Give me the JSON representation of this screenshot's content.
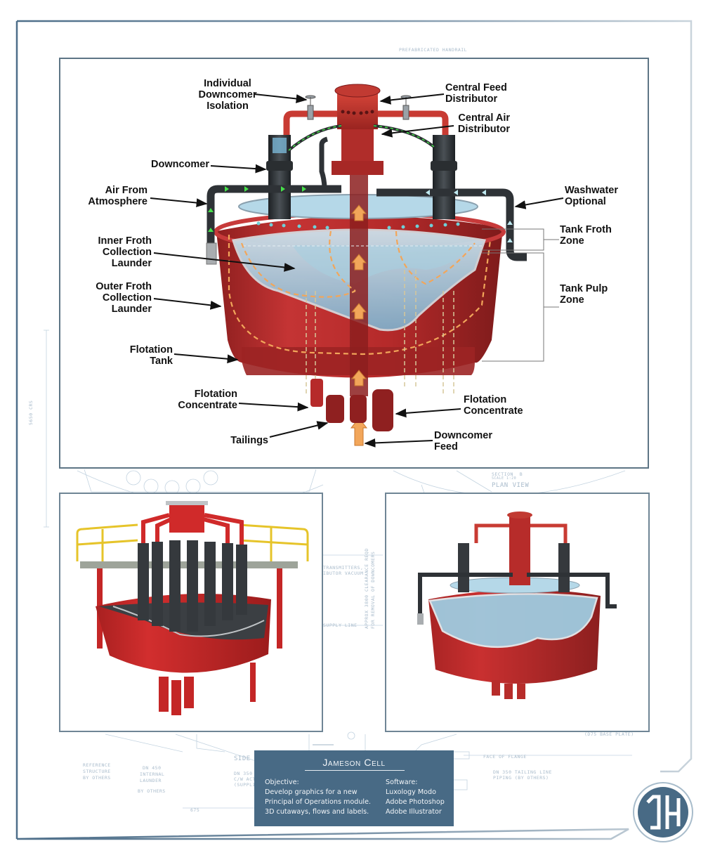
{
  "blueprint": {
    "header_note": "PREFABRICATED HANDRAIL",
    "dimension_label": "5650 CRS",
    "section_title": "SECTION  B",
    "section_scale": "SCALE 1:20",
    "plan_view": "PLAN VIEW",
    "side_view": "SIDE VI",
    "notes": [
      "TRANSMITTERS,",
      "IBUTOR VACUUM",
      "SUPPLY LINE",
      "APPROX 3800 CLEARANCE REQD",
      "FOR REMOVAL OF DOWNCOMERS",
      "REFERENCE",
      "STRUCTURE",
      "BY OTHERS",
      "DN 450",
      "INTERNAL",
      "LAUNDER",
      "BY OTHERS",
      "DN 350 E",
      "C/W ACT",
      "(SUPPLIE",
      "675",
      "(D75 BASE PLATE)",
      "FACE OF FLANGE",
      "DN 350 TAILING LINE",
      "PIPING (BY OTHERS)"
    ]
  },
  "main_diagram": {
    "labels": {
      "individual_downcomer_isolation": [
        "Individual",
        "Downcomer",
        "Isolation"
      ],
      "central_feed_distributor": [
        "Central Feed",
        "Distributor"
      ],
      "central_air_distributor": [
        "Central Air",
        "Distributor"
      ],
      "downcomer": [
        "Downcomer"
      ],
      "air_from_atmosphere": [
        "Air From",
        "Atmosphere"
      ],
      "washwater_optional": [
        "Washwater",
        "Optional"
      ],
      "tank_froth_zone": [
        "Tank Froth",
        "Zone"
      ],
      "inner_froth_collection_launder": [
        "Inner Froth",
        "Collection",
        "Launder"
      ],
      "outer_froth_collection_launder": [
        "Outer Froth",
        "Collection",
        "Launder"
      ],
      "tank_pulp_zone": [
        "Tank Pulp",
        "Zone"
      ],
      "flotation_tank": [
        "Flotation",
        "Tank"
      ],
      "flotation_concentrate_left": [
        "Flotation",
        "Concentrate"
      ],
      "flotation_concentrate_right": [
        "Flotation",
        "Concentrate"
      ],
      "tailings": [
        "Tailings"
      ],
      "downcomer_feed": [
        "Downcomer",
        "Feed"
      ]
    },
    "colors": {
      "tank_red": "#b52a2a",
      "tank_dark": "#8a1e1e",
      "pipe_dark": "#2e3236",
      "water": "#9fcbe0",
      "air_arrow": "#46e04a",
      "feed_arrow": "#f2a65a",
      "washwater_arrow": "#bfe9f0",
      "tailings_arrow": "#c8e0a0"
    }
  },
  "info_box": {
    "title": "Jameson Cell",
    "objective_lines": [
      "Objective:",
      "Develop graphics for a new",
      "Principal of Operations module.",
      "3D cutaways, flows and labels."
    ],
    "software_lines": [
      "Software:",
      "Luxology Modo",
      "Adobe Photoshop",
      "Adobe Illustrator"
    ],
    "background": "#486a85"
  },
  "logo": {
    "initials": "JH",
    "color": "#486a85"
  }
}
